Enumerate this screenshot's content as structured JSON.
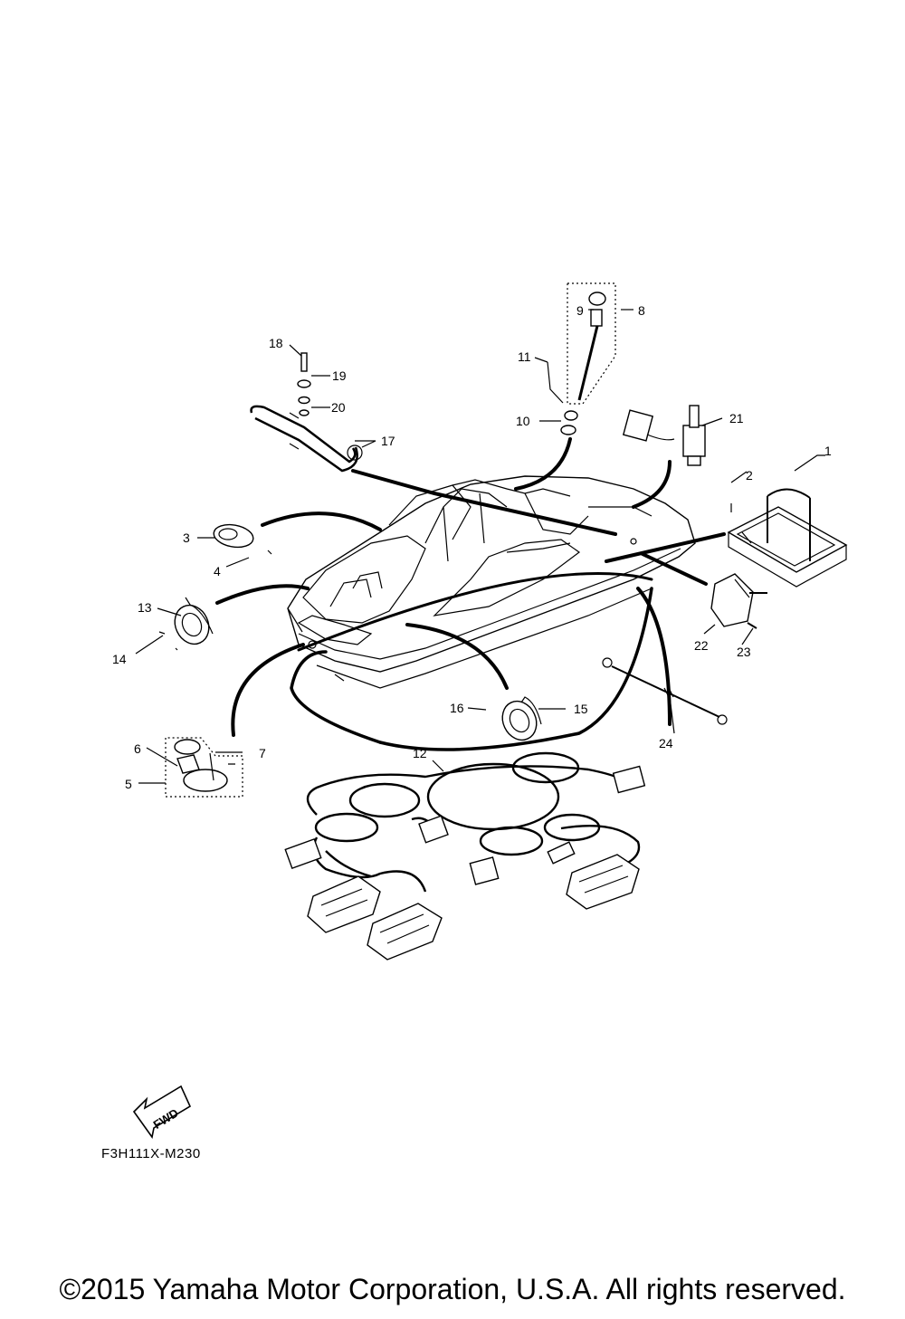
{
  "callouts": {
    "c1": "1",
    "c2": "2",
    "c3": "3",
    "c4": "4",
    "c5": "5",
    "c6": "6",
    "c7": "7",
    "c8": "8",
    "c9": "9",
    "c10": "10",
    "c11": "11",
    "c12": "12",
    "c13": "13",
    "c14": "14",
    "c15": "15",
    "c16": "16",
    "c17": "17",
    "c18": "18",
    "c19": "19",
    "c20": "20",
    "c21": "21",
    "c22": "22",
    "c23": "23",
    "c24": "24"
  },
  "fwd_badge": "FWD",
  "drawing_code": "F3H111X-M230",
  "copyright": "©2015 Yamaha Motor Corporation, U.S.A. All rights reserved."
}
